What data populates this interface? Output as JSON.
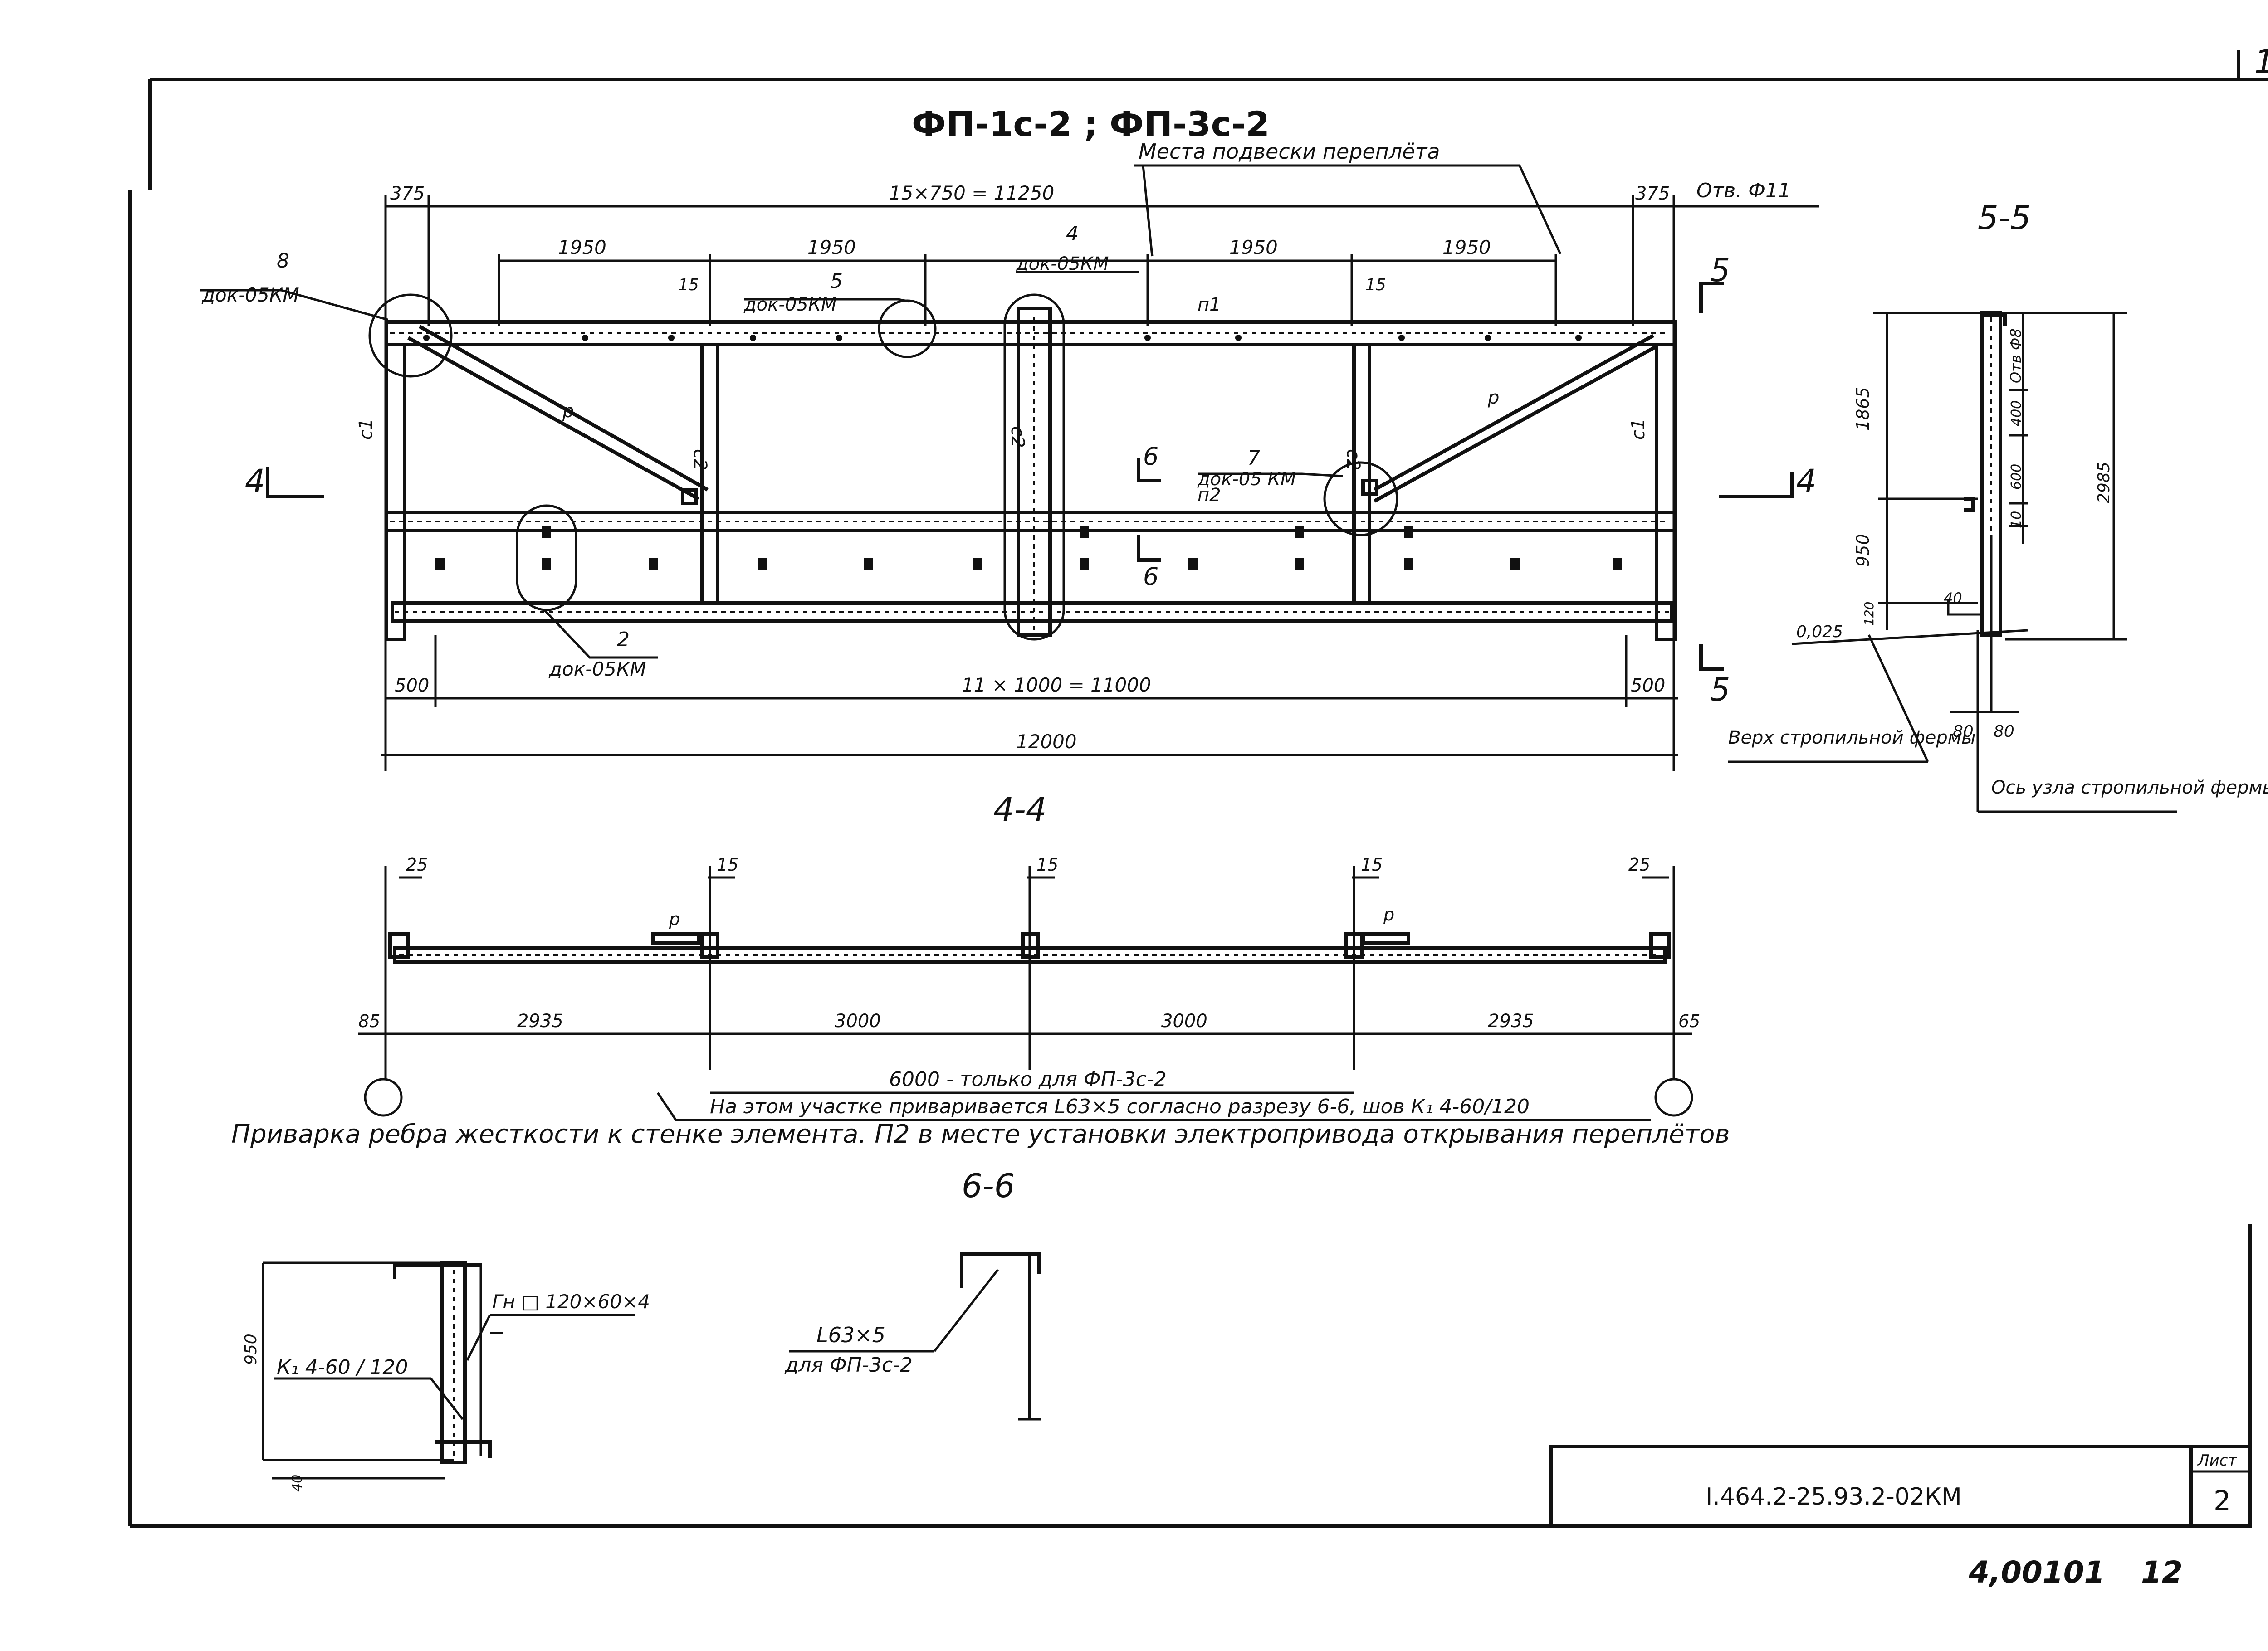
{
  "corner_sheet": "1",
  "title": "ФП-1с-2 ; ФП-3с-2",
  "note_hanging": "Места подвески переплёта",
  "main_dims": {
    "top_total": "15×750 = 11250",
    "left_end": "375",
    "right_end": "375",
    "hole": "Отв. Ф11",
    "spans": [
      "1950",
      "1950",
      "1950",
      "1950"
    ],
    "gap_left": "15",
    "gap_right": "15",
    "bottom_total": "11 × 1000 = 11000",
    "bottom_left": "500",
    "bottom_right": "500",
    "overall": "12000"
  },
  "members": {
    "p1": "п1",
    "p2": "п2",
    "c1": "с1",
    "c2": "с2",
    "r": "р"
  },
  "callouts": [
    {
      "num": "8",
      "doc": "док-05КМ"
    },
    {
      "num": "5",
      "doc": "док-05КМ"
    },
    {
      "num": "4",
      "doc": "док-05КМ"
    },
    {
      "num": "7",
      "doc": "док-05 КМ"
    },
    {
      "num": "2",
      "doc": "док-05КМ"
    }
  ],
  "section_marks": {
    "s4": "4",
    "s5": "5",
    "s6": "6"
  },
  "section_44": {
    "title": "4-4",
    "top_dims": [
      "25",
      "15",
      "15",
      "15",
      "25"
    ],
    "bottom_dims": [
      "85",
      "2935",
      "3000",
      "3000",
      "2935",
      "65"
    ],
    "r_label": "р",
    "note_only": "6000 - только для ФП-3с-2",
    "note_weld": "На этом участке приваривается L63×5 согласно разрезу 6-6, шов К₁ 4-60/120"
  },
  "section_55": {
    "title": "5-5",
    "dims_left": [
      "1865",
      "950",
      "120"
    ],
    "dims_right": [
      "400",
      "600",
      "10",
      "2985"
    ],
    "hole": "Отв Ф8",
    "dim_40": "40",
    "slope": "0,025",
    "bottom": [
      "80",
      "80"
    ],
    "note_top_truss": "Верх стропильной фермы",
    "note_axis": "Ось узла стропильной фермы"
  },
  "rib_detail": {
    "title": "Приварка ребра жесткости к стенке элемента. П2 в месте установки электропривода открывания переплётов",
    "h": "950",
    "weld": "К₁ 4-60 / 120",
    "rib": "Гн □ 120×60×4",
    "dim_40": "40"
  },
  "section_66": {
    "title": "6-6",
    "angle": "L63×5",
    "for": "для ФП-3с-2"
  },
  "stamp": {
    "code": "I.464.2-25.93.2-02КМ",
    "sheet_label": "Лист",
    "sheet_num": "2"
  },
  "footer": {
    "doc_num": "4,00101",
    "page": "12"
  }
}
